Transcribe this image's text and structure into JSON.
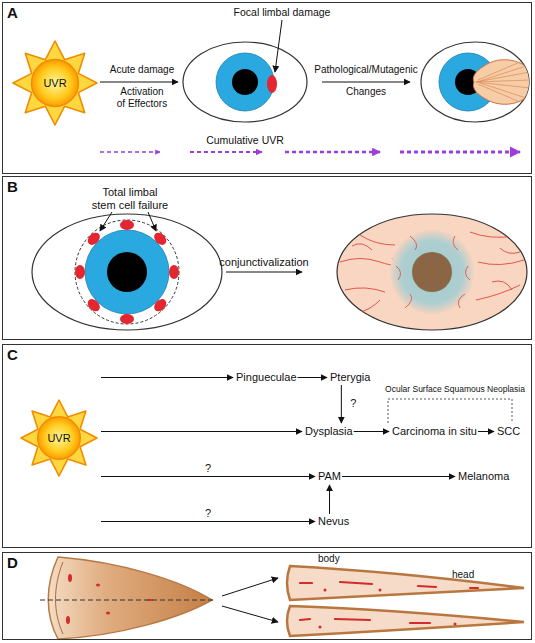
{
  "diagram": {
    "nodes": [
      {
        "text": [
          "A"
        ]
      },
      {
        "text": [
          "UVR"
        ],
        "in": 0
      },
      {
        "text": [
          "B"
        ]
      },
      {
        "text": [
          "C"
        ]
      },
      {
        "text": [
          "UVR"
        ],
        "in": 3
      },
      {
        "text": [
          "Pingueculae"
        ],
        "in": 3
      },
      {
        "text": [
          "Pterygia"
        ],
        "in": 3
      },
      {
        "text": [
          "Dysplasia"
        ],
        "in": 3
      },
      {
        "text": [
          "Carcinoma in situ"
        ],
        "in": 3
      },
      {
        "text": [
          "SCC"
        ],
        "in": 3
      },
      {
        "text": [
          "PAM"
        ],
        "in": 3
      },
      {
        "text": [
          "Melanoma"
        ],
        "in": 3
      },
      {
        "text": [
          "Nevus"
        ],
        "in": 3
      },
      {
        "text": [
          "D"
        ]
      }
    ],
    "edges": [
      {
        "from": 4,
        "to": 5,
        "arrow": "to"
      },
      {
        "from": 5,
        "to": 6,
        "arrow": "to"
      },
      {
        "from": 6,
        "to": 7,
        "label": "?",
        "arrow": "to"
      },
      {
        "from": 4,
        "to": 7,
        "arrow": "to"
      },
      {
        "from": 7,
        "to": 8,
        "arrow": "to"
      },
      {
        "from": 8,
        "to": 9,
        "arrow": "to"
      },
      {
        "from": 4,
        "to": 10,
        "label": "?",
        "arrow": "to"
      },
      {
        "from": 10,
        "to": 11,
        "arrow": "to"
      },
      {
        "from": 4,
        "to": 12,
        "label": "?",
        "arrow": "to"
      },
      {
        "from": 12,
        "to": 10,
        "arrow": "to"
      }
    ],
    "labels": [
      "Acute damage",
      "Activation of Effectors",
      "Focal limbal damage",
      "Pathological/Mutagenic",
      "Changes",
      "Cumulative UVR",
      "Total limbal stem cell failure",
      "conjunctivalization",
      "Ocular Surface Squamous Neoplasia",
      "body",
      "head"
    ]
  }
}
